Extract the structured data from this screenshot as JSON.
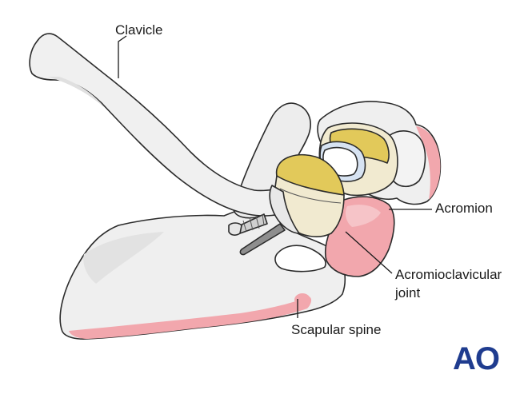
{
  "labels": {
    "clavicle": "Clavicle",
    "acromion": "Acromion",
    "ac_joint_line1": "Acromioclavicular",
    "ac_joint_line2": "joint",
    "scapular_spine": "Scapular spine"
  },
  "logo": {
    "text": "AO",
    "color": "#1f3c8f"
  },
  "colors": {
    "bone": "#efefef",
    "bone_shadow": "#dcdcdc",
    "cartilage_pink": "#f2a7ad",
    "implant_gold": "#e2c95a",
    "implant_cream": "#f1ead0",
    "insert_blue": "#d7e3f2",
    "screw_grey": "#9a9a9a"
  },
  "icons": [
    "screw-icon",
    "ao-logo"
  ]
}
